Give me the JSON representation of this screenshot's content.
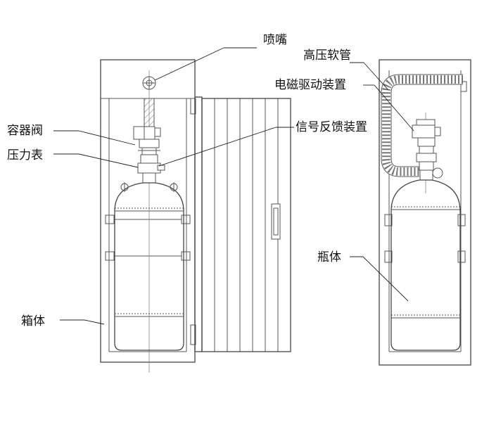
{
  "labels": {
    "nozzle": "喷嘴",
    "container_valve": "容器阀",
    "pressure_gauge": "压力表",
    "feedback_device": "信号反馈装置",
    "cabinet": "箱体",
    "high_pressure_hose": "高压软管",
    "solenoid_driver": "电磁驱动装置",
    "cylinder": "瓶体"
  },
  "colors": {
    "line": "#555555",
    "text": "#111111",
    "background": "#ffffff"
  }
}
